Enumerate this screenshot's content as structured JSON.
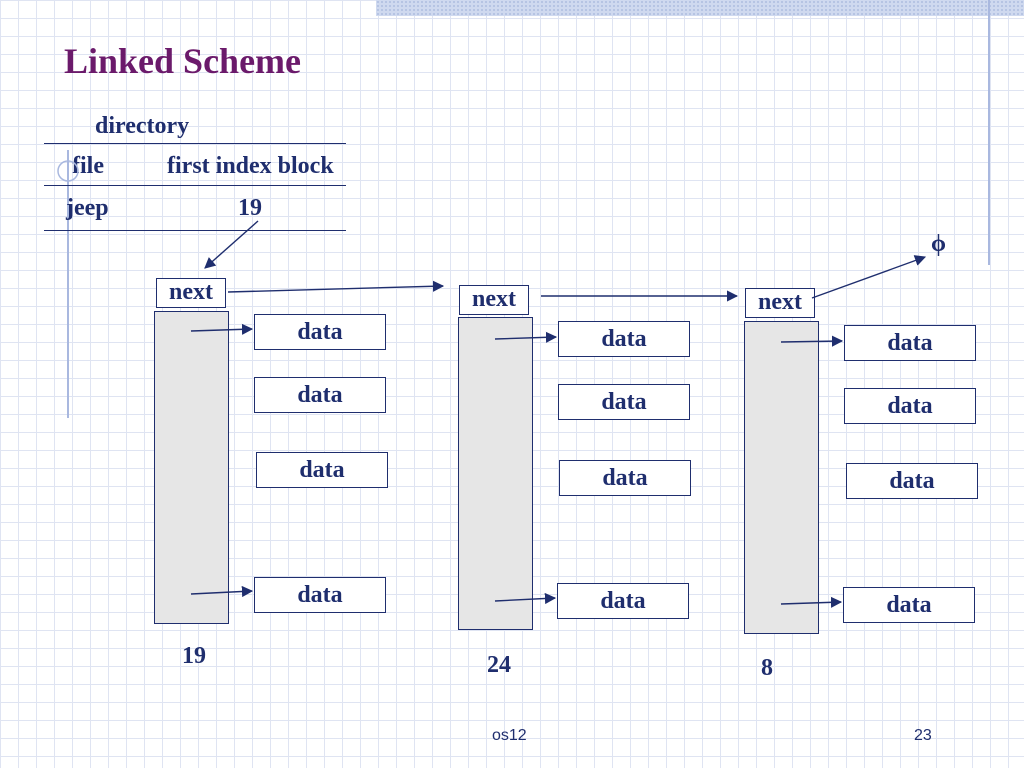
{
  "title": "Linked Scheme",
  "directory": {
    "caption": "directory",
    "headers": [
      "file",
      "first index block"
    ],
    "rows": [
      [
        "jeep",
        "19"
      ]
    ]
  },
  "blocks": [
    {
      "number": "19",
      "next_label": "next",
      "data": [
        "data",
        "data",
        "data",
        "data"
      ]
    },
    {
      "number": "24",
      "next_label": "next",
      "data": [
        "data",
        "data",
        "data",
        "data"
      ]
    },
    {
      "number": "8",
      "next_label": "next",
      "data": [
        "data",
        "data",
        "data",
        "data"
      ]
    }
  ],
  "null_symbol": "ϕ",
  "footer": {
    "center": "os12",
    "page": "23"
  },
  "colors": {
    "title": "#6b1a6b",
    "text": "#1f2e6e",
    "block_fill": "#e6e6e6"
  }
}
